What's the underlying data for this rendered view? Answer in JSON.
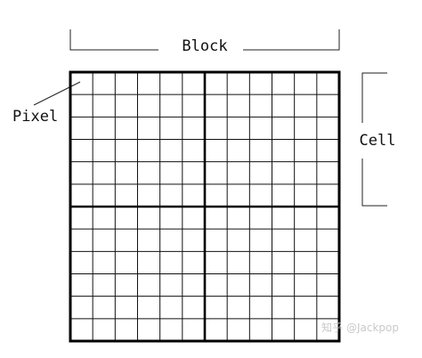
{
  "labels": {
    "block": "Block",
    "pixel": "Pixel",
    "cell": "Cell"
  },
  "watermark": "知乎 @Jackpop",
  "grid": {
    "blocks_per_side": 2,
    "cells_per_block_side": 6
  },
  "colors": {
    "line": "#000000",
    "background": "#ffffff",
    "watermark": "#c9c9c9"
  }
}
